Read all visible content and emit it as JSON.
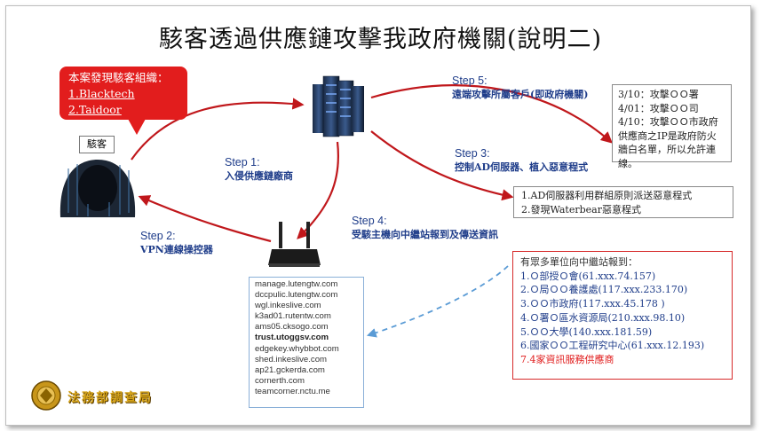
{
  "title": "駭客透過供應鏈攻擊我政府機關(說明二)",
  "callout": {
    "heading": "本案發現駭客組織：",
    "items": [
      "1.Blacktech",
      "2.Taidoor"
    ]
  },
  "hacker_label": "駭客",
  "steps": {
    "step1": {
      "heading": "Step 1:",
      "desc": "入侵供應鏈廠商"
    },
    "step2": {
      "heading": "Step 2:",
      "desc": "VPN連線操控器"
    },
    "step3": {
      "heading": "Step 3:",
      "desc": "控制AD伺服器、植入惡意程式"
    },
    "step4": {
      "heading": "Step 4:",
      "desc": "受駭主機向中繼站報到及傳送資訊"
    },
    "step5": {
      "heading": "Step 5:",
      "desc": "遠端攻擊所屬客戶(即政府機關)"
    }
  },
  "step5_box": [
    "3/10：攻擊ＯＯ署",
    "4/01：攻擊ＯＯ司",
    "4/10：攻擊ＯＯ市政府",
    "供應商之IP是政府防火",
    "牆白名單，所以允許連",
    "線。"
  ],
  "step3_box": [
    "1.AD伺服器利用群組原則派送惡意程式",
    "2.發現Waterbear惡意程式"
  ],
  "relay_domains": [
    "manage.lutengtw.com",
    "dccpulic.lutengtw.com",
    "wgl.inkeslive.com",
    "k3ad01.rutentw.com",
    "ams05.cksogo.com",
    "trust.utoggsv.com",
    "edgekey.whybbot.com",
    "shed.inkeslive.com",
    "ap21.gckerda.com",
    "cornerth.com",
    "teamcorner.nctu.me"
  ],
  "units": {
    "heading": "有眾多單位向中繼站報到：",
    "items": [
      "1.Ｏ部授Ｏ會(61.xxx.74.157)",
      "2.Ｏ局ＯＯ養護處(117.xxx.233.170)",
      "3.ＯＯ市政府(117.xxx.45.178 )",
      "4.Ｏ署Ｏ區水資源局(210.xxx.98.10)",
      "5.ＯＯ大學(140.xxx.181.59)",
      "6.國家ＯＯ工程研究中心(61.xxx.12.193)",
      "7.4家資訊服務供應商"
    ]
  },
  "logo_text": "法務部調查局",
  "colors": {
    "arrow": "#c0171b",
    "step_text": "#1f3d8a",
    "callout": "#e21d1d",
    "dashed": "#5a9bd5",
    "units_border": "#d62a2a"
  }
}
